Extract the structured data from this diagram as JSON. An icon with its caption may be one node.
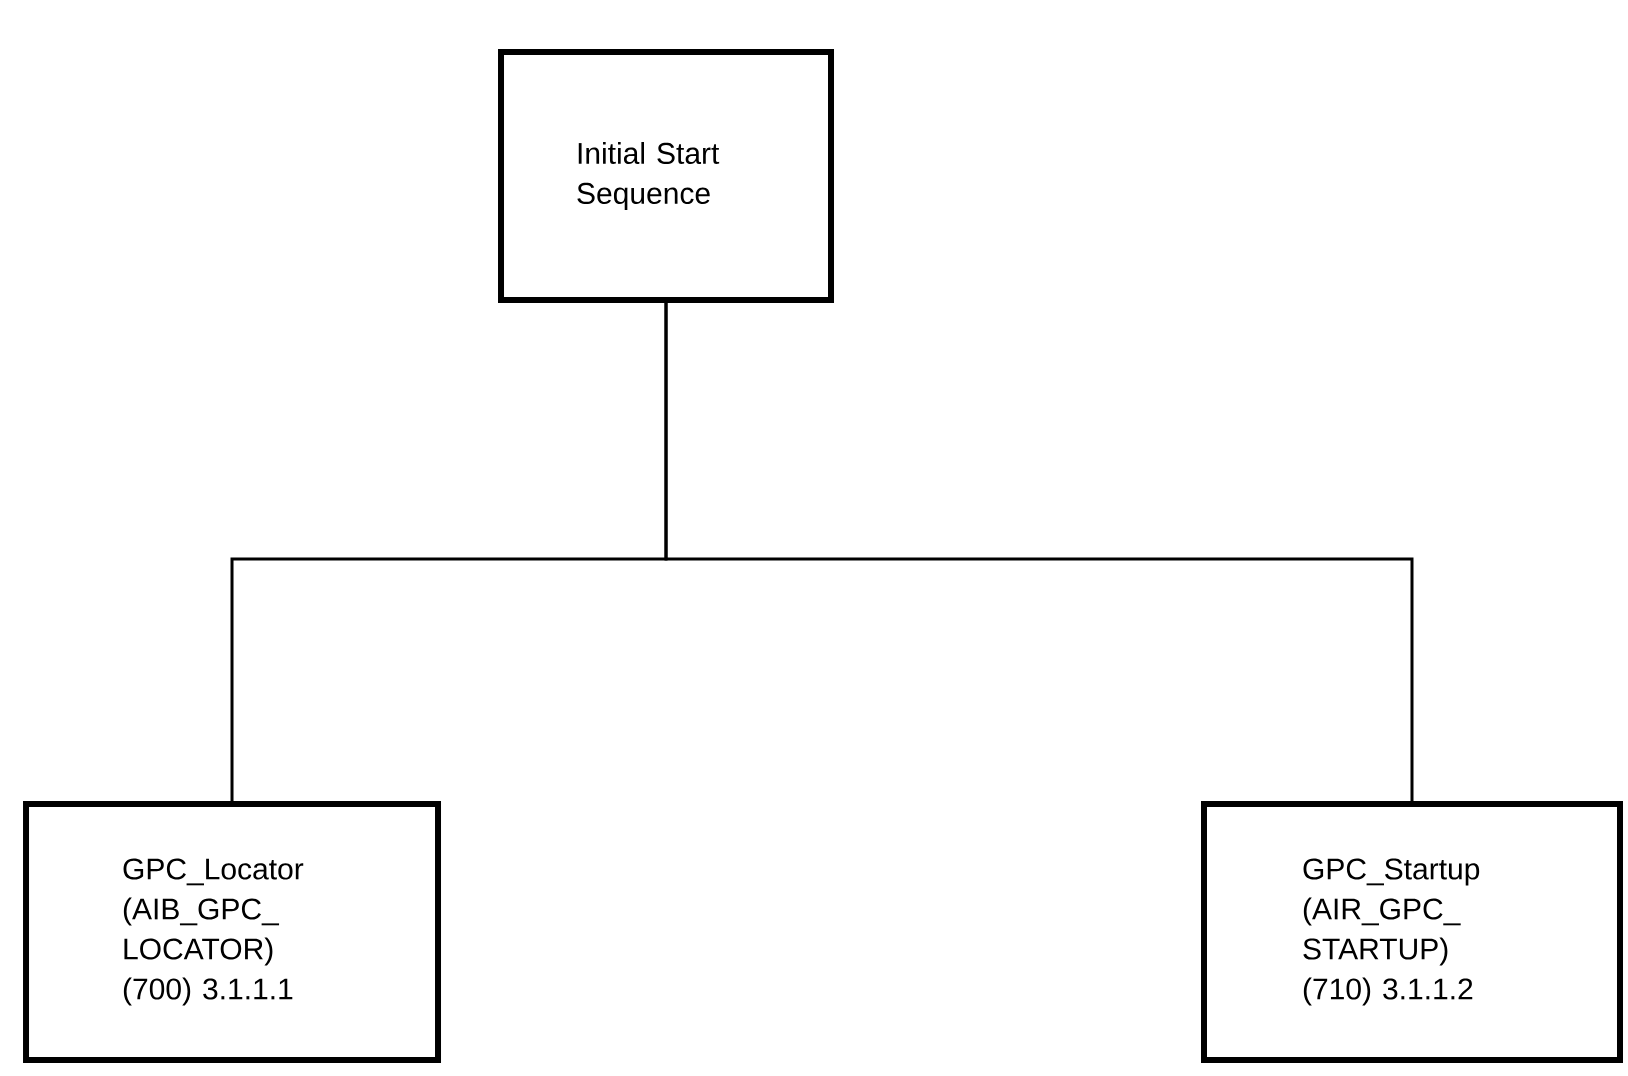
{
  "diagram": {
    "nodes": [
      {
        "text": [
          "Initial Start Sequence"
        ]
      },
      {
        "text": [
          "GPC_Locator (AIB_GPC_ LOCATOR) (700) 3.1.1.1"
        ]
      },
      {
        "text": [
          "GPC_Startup (AIR_GPC_ STARTUP) (710) 3.1.1.2"
        ]
      }
    ],
    "edges": [
      {
        "from": 0,
        "to": 1,
        "arrow": "none"
      },
      {
        "from": 0,
        "to": 2,
        "arrow": "none"
      }
    ]
  }
}
